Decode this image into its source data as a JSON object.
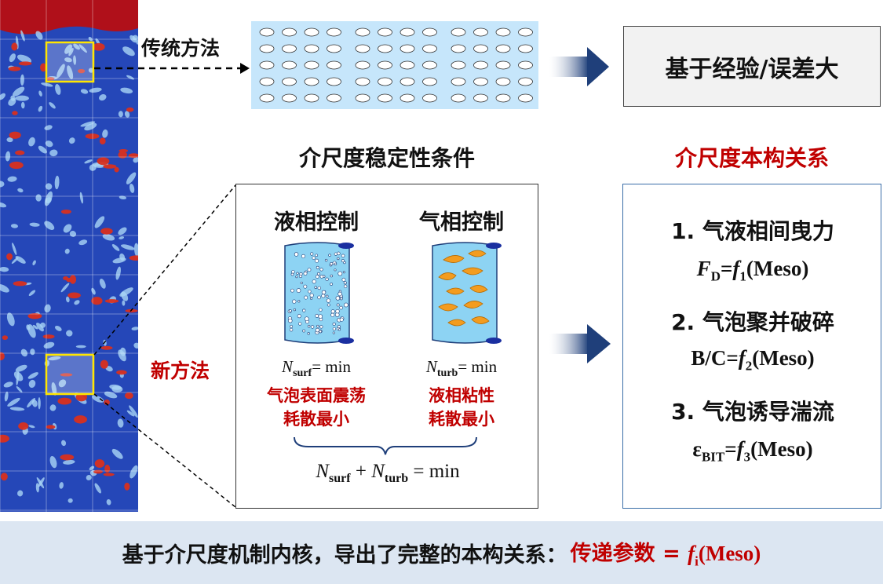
{
  "traditional": {
    "label": "传统方法",
    "result": "基于经验/误差大"
  },
  "new_method": {
    "label": "新方法"
  },
  "stability": {
    "title": "介尺度稳定性条件",
    "liquid": {
      "title": "液相控制",
      "eq_var": "N",
      "eq_sub": "surf",
      "eq_rhs": "= min",
      "desc_line1": "气泡表面震荡",
      "desc_line2": "耗散最小"
    },
    "gas": {
      "title": "气相控制",
      "eq_var": "N",
      "eq_sub": "turb",
      "eq_rhs": "= min",
      "desc_line1": "液相粘性",
      "desc_line2": "耗散最小"
    },
    "sum": {
      "var1": "N",
      "sub1": "surf",
      "plus": " + ",
      "var2": "N",
      "sub2": "turb",
      "rhs": " = min"
    }
  },
  "constitutive": {
    "title": "介尺度本构关系",
    "items": [
      {
        "title": "1. 气液相间曳力",
        "eq_pre": "F",
        "eq_pre_sub": "D",
        "eq_mid": "=",
        "eq_f": "f",
        "eq_f_sub": "1",
        "eq_post": "(Meso)"
      },
      {
        "title": "2. 气泡聚并破碎",
        "eq_pre": "B/C",
        "eq_pre_sub": "",
        "eq_mid": "=",
        "eq_f": "f",
        "eq_f_sub": "2",
        "eq_post": "(Meso)"
      },
      {
        "title": "3. 气泡诱导湍流",
        "eq_pre": "ε",
        "eq_pre_sub": "BIT",
        "eq_mid": "=",
        "eq_f": "f",
        "eq_f_sub": "3",
        "eq_post": "(Meso)"
      }
    ]
  },
  "banner": {
    "text": "基于介尺度机制内核，导出了完整的本构关系：",
    "red_text": "传递参数 = ",
    "f": "f",
    "f_sub": "i",
    "post": "(Meso)"
  },
  "colors": {
    "red": "#c00000",
    "arrow_blue": "#1f3f7a",
    "sim_blue": "#2547b8",
    "banner_bg": "#dce6f2",
    "bubble_bg": "#c6e6fb"
  }
}
